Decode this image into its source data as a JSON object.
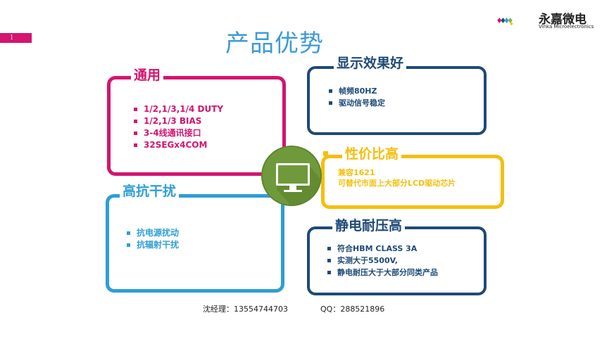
{
  "page_number": "1",
  "title": "产品优势",
  "logo": {
    "name": "永嘉微电",
    "subtitle": "Vinka Microelectronics",
    "colors": [
      "#d4146f",
      "#1e4a78",
      "#2e9ed6",
      "#7ab648",
      "#f5be0b"
    ]
  },
  "cards": {
    "general": {
      "label": "通用",
      "items": [
        "1/2,1/3,1/4 DUTY",
        "1/2,1/3 BIAS",
        "3-4线通讯接口",
        "32SEGx4COM"
      ]
    },
    "display": {
      "label": "显示效果好",
      "items": [
        "帧频80HZ",
        "驱动信号稳定"
      ]
    },
    "value": {
      "label": "性价比高",
      "lines": [
        "兼容1621",
        "可替代市面上大部分LCD驱动芯片"
      ]
    },
    "interference": {
      "label": "高抗干扰",
      "items": [
        "抗电源扰动",
        "抗辐射干扰"
      ]
    },
    "esd": {
      "label": "静电耐压高",
      "items": [
        "符合HBM CLASS 3A",
        "实测大于5500V,",
        "静电耐压大于大部分同类产品"
      ]
    }
  },
  "center_icon": "monitor-icon",
  "colors": {
    "pink": "#d4146f",
    "blue": "#2e9ed6",
    "navy": "#1e4a78",
    "yellow": "#f5be0b",
    "green": "#6f9a3c"
  },
  "footer": {
    "contact": "沈经理：13554744703",
    "qq": "QQ：288521896"
  }
}
